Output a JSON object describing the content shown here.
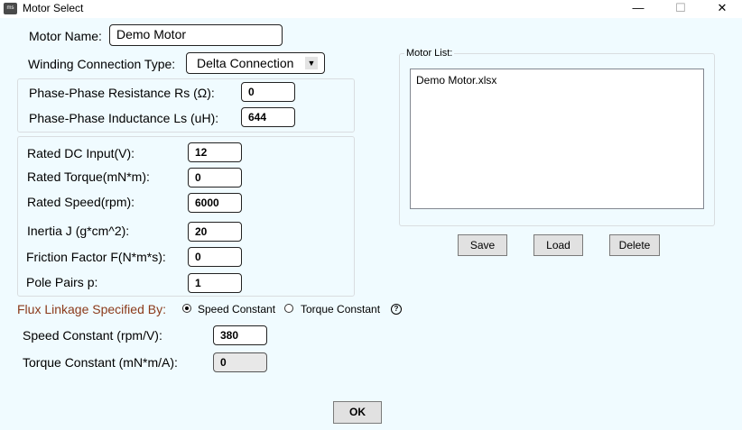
{
  "window": {
    "title": "Motor Select",
    "app_icon_text": "ms",
    "minimize_glyph": "—",
    "maximize_glyph": "☐",
    "close_glyph": "✕"
  },
  "motor_name": {
    "label": "Motor Name:",
    "value": "Demo Motor"
  },
  "winding": {
    "label": "Winding Connection Type:",
    "selected": "Delta Connection",
    "arrow_glyph": "▼"
  },
  "phase": {
    "resistance_label": "Phase-Phase Resistance Rs (Ω):",
    "resistance_value": "0",
    "inductance_label": "Phase-Phase Inductance Ls (uH):",
    "inductance_value": "644"
  },
  "params": {
    "rated_dc_input_label": "Rated DC Input(V):",
    "rated_dc_input_value": "12",
    "rated_torque_label": "Rated Torque(mN*m):",
    "rated_torque_value": "0",
    "rated_speed_label": "Rated Speed(rpm):",
    "rated_speed_value": "6000",
    "inertia_label": "Inertia J (g*cm^2):",
    "inertia_value": "20",
    "friction_label": "Friction Factor F(N*m*s):",
    "friction_value": "0",
    "pole_pairs_label": "Pole Pairs p:",
    "pole_pairs_value": "1"
  },
  "flux": {
    "label": "Flux Linkage Specified By:",
    "label_color": "#8b3a1a",
    "option_speed": "Speed Constant",
    "option_torque": "Torque Constant",
    "selected": "Speed Constant",
    "help_glyph": "?"
  },
  "speed_constant": {
    "label": "Speed Constant (rpm/V):",
    "value": "380"
  },
  "torque_constant": {
    "label": "Torque Constant (mN*m/A):",
    "value": "0"
  },
  "motor_list": {
    "legend": "Motor List:",
    "items": [
      "Demo Motor.xlsx"
    ],
    "save_label": "Save",
    "load_label": "Load",
    "delete_label": "Delete"
  },
  "ok_label": "OK",
  "colors": {
    "background": "#f0fbff",
    "button": "#e1e1e1"
  }
}
